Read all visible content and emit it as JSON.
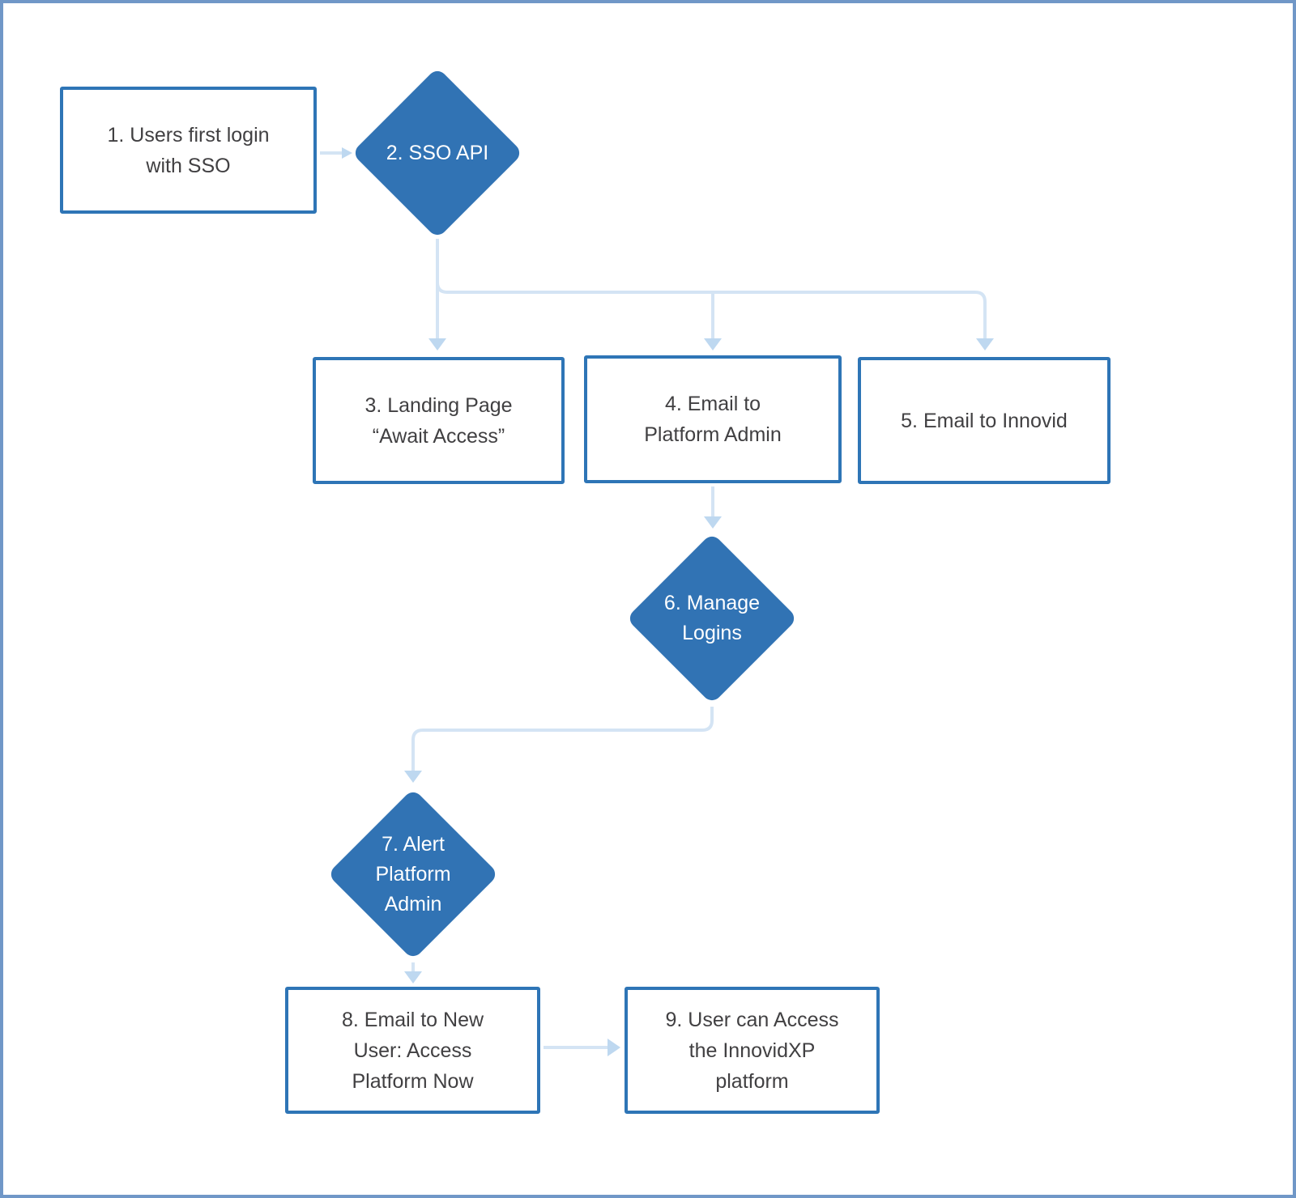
{
  "canvas": {
    "background": "#FFFFFF",
    "frame_border_color": "#7097C7"
  },
  "colors": {
    "process_border": "#2E75B6",
    "process_fill": "#FFFFFF",
    "process_text": "#414042",
    "decision_fill": "#3173B4",
    "decision_text": "#FFFFFF",
    "connector_line": "#D4E4F4",
    "arrowhead": "#BED8F0"
  },
  "flowchart": {
    "nodes": [
      {
        "id": 1,
        "type": "process",
        "label": "1. Users first login\nwith SSO"
      },
      {
        "id": 2,
        "type": "decision",
        "label": "2. SSO API"
      },
      {
        "id": 3,
        "type": "process",
        "label": "3. Landing Page\n“Await Access”"
      },
      {
        "id": 4,
        "type": "process",
        "label": "4. Email to\nPlatform Admin"
      },
      {
        "id": 5,
        "type": "process",
        "label": "5. Email to Innovid"
      },
      {
        "id": 6,
        "type": "decision",
        "label": "6. Manage\nLogins"
      },
      {
        "id": 7,
        "type": "decision",
        "label": "7. Alert\nPlatform\nAdmin"
      },
      {
        "id": 8,
        "type": "process",
        "label": "8. Email to New\nUser: Access\nPlatform Now"
      },
      {
        "id": 9,
        "type": "process",
        "label": "9. User can Access\nthe InnovidXP\nplatform"
      }
    ],
    "edges": [
      {
        "from": 1,
        "to": 2
      },
      {
        "from": 2,
        "to": 3
      },
      {
        "from": 2,
        "to": 4
      },
      {
        "from": 2,
        "to": 5
      },
      {
        "from": 4,
        "to": 6
      },
      {
        "from": 6,
        "to": 7
      },
      {
        "from": 7,
        "to": 8
      },
      {
        "from": 8,
        "to": 9
      }
    ]
  }
}
